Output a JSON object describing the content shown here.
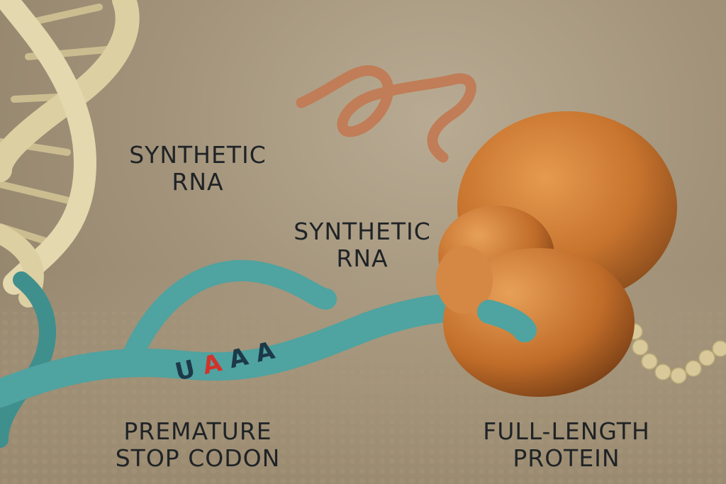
{
  "labels": {
    "synthetic_rna_1": {
      "line1": "SYNTHETIC",
      "line2": "RNA"
    },
    "synthetic_rna_2": {
      "line1": "SYNTHETIC",
      "line2": "RNA"
    },
    "premature_stop_codon": {
      "line1": "PREMATURE",
      "line2": "STOP CODON"
    },
    "full_length_protein": {
      "line1": "FULL-LENGTH",
      "line2": "PROTEIN"
    }
  },
  "codon": {
    "letters": [
      {
        "char": "U",
        "color": "#1d3948"
      },
      {
        "char": "A",
        "color": "#d3322c"
      },
      {
        "char": "A",
        "color": "#1d3948"
      },
      {
        "char": "A",
        "color": "#1d3948"
      }
    ]
  },
  "colors": {
    "background": "#a2937a",
    "dna_helix": "#dccfa2",
    "mrna_strand": "#4fa3a0",
    "ribosome": "#c8742e",
    "coiled_rna": "#c07d57",
    "peptide_chain": "#d8c89a",
    "label_text": "#1f2326",
    "stop_highlight": "#d3322c"
  }
}
